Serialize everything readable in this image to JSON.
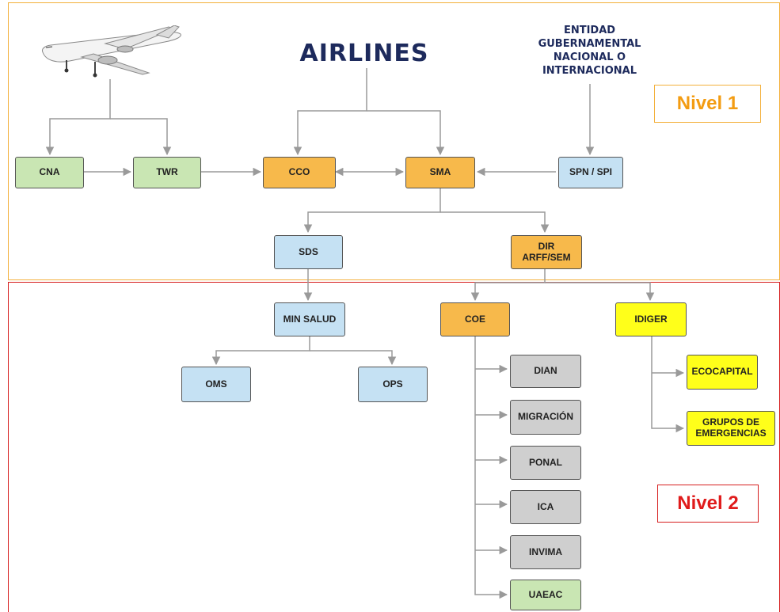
{
  "header": {
    "airlines_logo": "AIRLINES",
    "entity": "ENTIDAD\nGUBERNAMENTAL\nNACIONAL O\nINTERNACIONAL"
  },
  "levels": {
    "level1": "Nivel 1",
    "level2": "Nivel 2"
  },
  "nodes": {
    "cna": "CNA",
    "twr": "TWR",
    "cco": "CCO",
    "sma": "SMA",
    "spn_spi": "SPN / SPI",
    "sds": "SDS",
    "dir_arff_sem": "DIR\nARFF/SEM",
    "min_salud": "MIN SALUD",
    "coe": "COE",
    "idiger": "IDIGER",
    "oms": "OMS",
    "ops": "OPS",
    "dian": "DIAN",
    "migracion": "MIGRACIÓN",
    "ponal": "PONAL",
    "ica": "ICA",
    "invima": "INVIMA",
    "uaeac": "UAEAC",
    "ecocapital": "ECOCAPITAL",
    "grupos_emergencias": "GRUPOS DE\nEMERGENCIAS"
  },
  "colors": {
    "green": "#c9e6b3",
    "orange": "#f7b94b",
    "blue": "#c5e1f3",
    "gray": "#cfcfcf",
    "yellow": "#ffff1a",
    "level1_border": "#f3b03a",
    "level2_border": "#d61f1f",
    "connector": "#9a9a9a",
    "airlines_text": "#1d2a5c"
  },
  "icons": {
    "airplane": "airplane-icon"
  }
}
